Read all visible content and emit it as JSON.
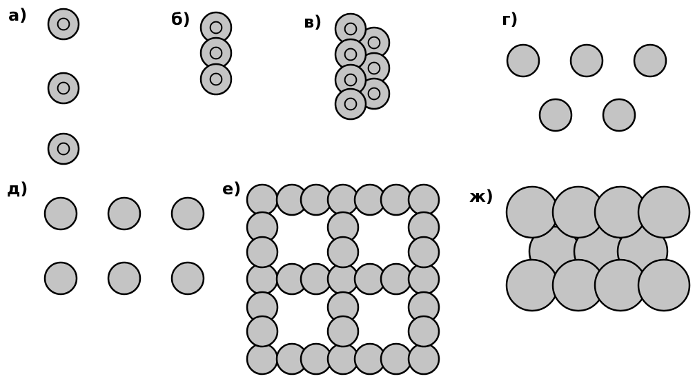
{
  "colors": {
    "fill": "#c4c4c4",
    "stroke": "#000000",
    "background": "#ffffff"
  },
  "panels": [
    {
      "id": "a",
      "label": "а)",
      "arrangement": "isolated",
      "rings": true,
      "rows": [
        1,
        1,
        1
      ]
    },
    {
      "id": "b",
      "label": "б)",
      "arrangement": "chain",
      "rings": true,
      "rows": [
        3
      ]
    },
    {
      "id": "v",
      "label": "в)",
      "arrangement": "double-chain",
      "rings": true,
      "rows": [
        4,
        3
      ]
    },
    {
      "id": "g",
      "label": "г)",
      "arrangement": "isolated",
      "rings": false,
      "rows": [
        3,
        2
      ]
    },
    {
      "id": "d",
      "label": "д)",
      "arrangement": "isolated",
      "rings": false,
      "rows": [
        3,
        3
      ]
    },
    {
      "id": "e",
      "label": "е)",
      "arrangement": "framework",
      "rings": false,
      "rows": [
        7,
        3,
        3,
        7,
        3,
        3,
        7
      ]
    },
    {
      "id": "zh",
      "label": "ж)",
      "arrangement": "close-packed",
      "rings": false,
      "rows": [
        4,
        3,
        4
      ]
    }
  ]
}
